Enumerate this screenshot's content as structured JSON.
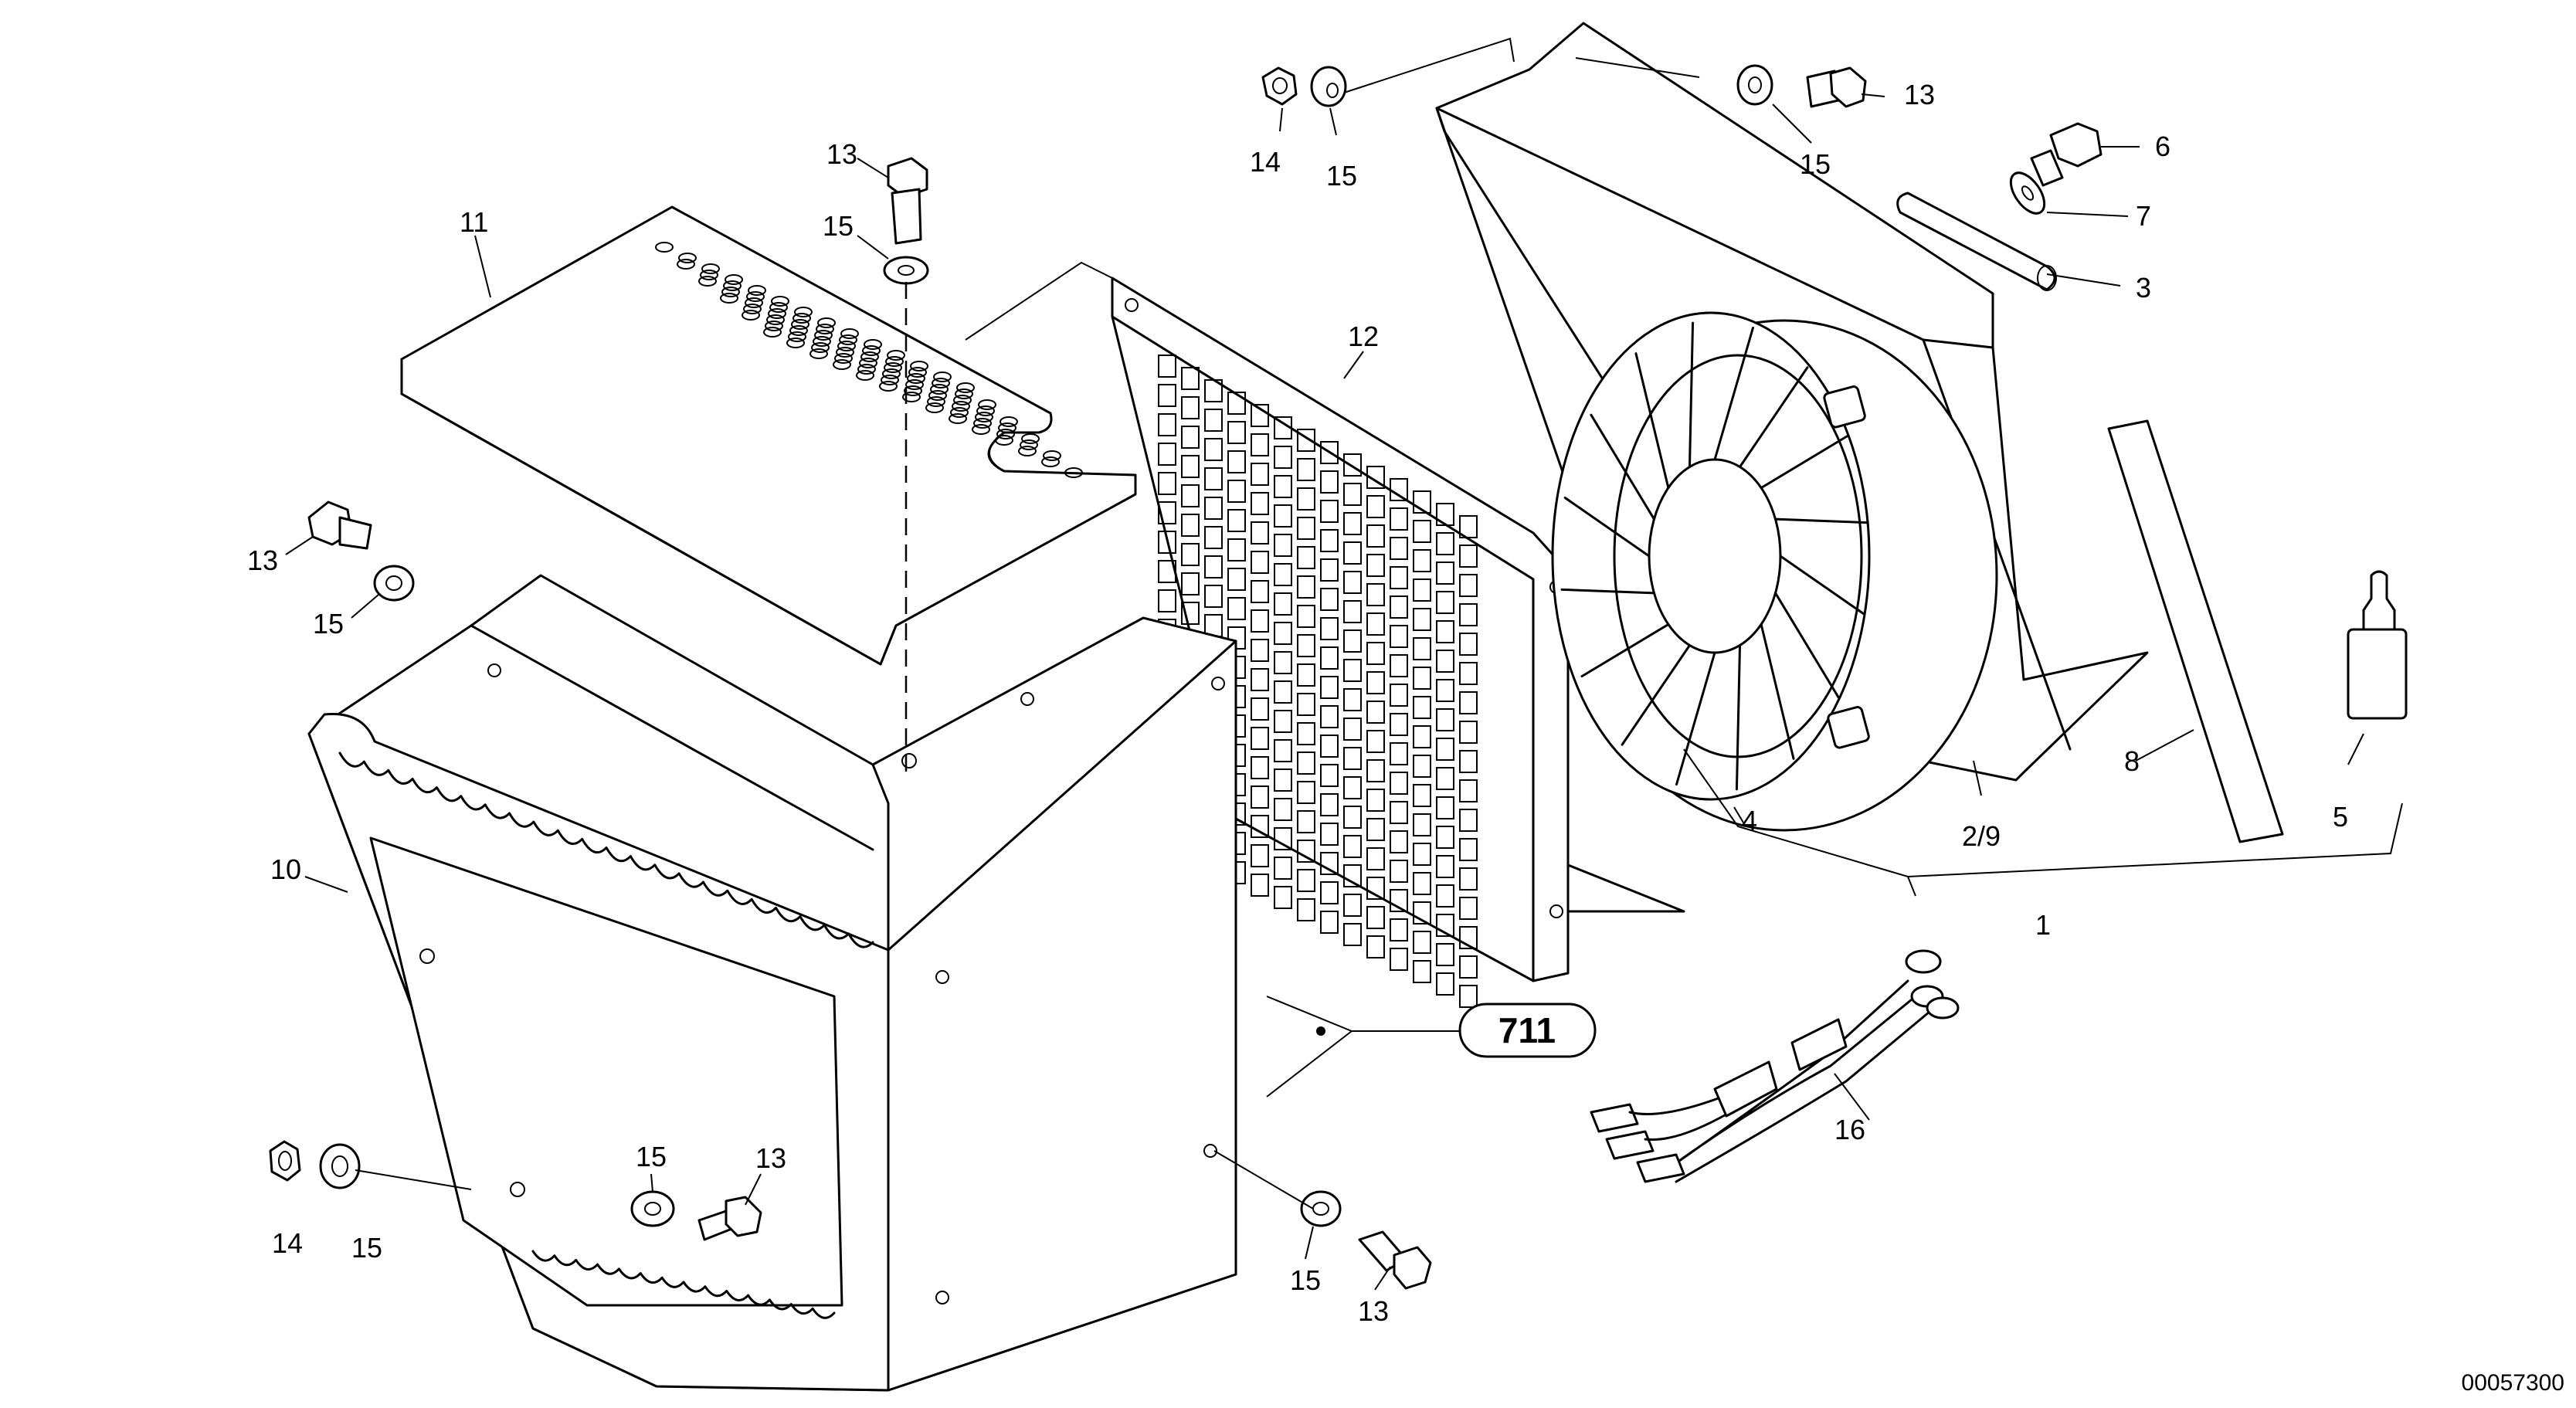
{
  "callouts": {
    "c13_top_center": "13",
    "c15_top_center": "15",
    "c11": "11",
    "c13_left": "13",
    "c15_left": "15",
    "c10": "10",
    "c15_bottom_mid": "15",
    "c13_bottom_mid": "13",
    "c14_bottom_left": "14",
    "c15_bottom_left": "15",
    "c12": "12",
    "c15_bottom_right": "15",
    "c13_bottom_right": "13",
    "c14_top": "14",
    "c15_top": "15",
    "c13_top_right": "13",
    "c15_top_right": "15",
    "c6": "6",
    "c7": "7",
    "c3": "3",
    "c4": "4",
    "c2_9": "2/9",
    "c8": "8",
    "c5": "5",
    "c1": "1",
    "c16": "16"
  },
  "reference_label": "711",
  "document_number": "00057300"
}
